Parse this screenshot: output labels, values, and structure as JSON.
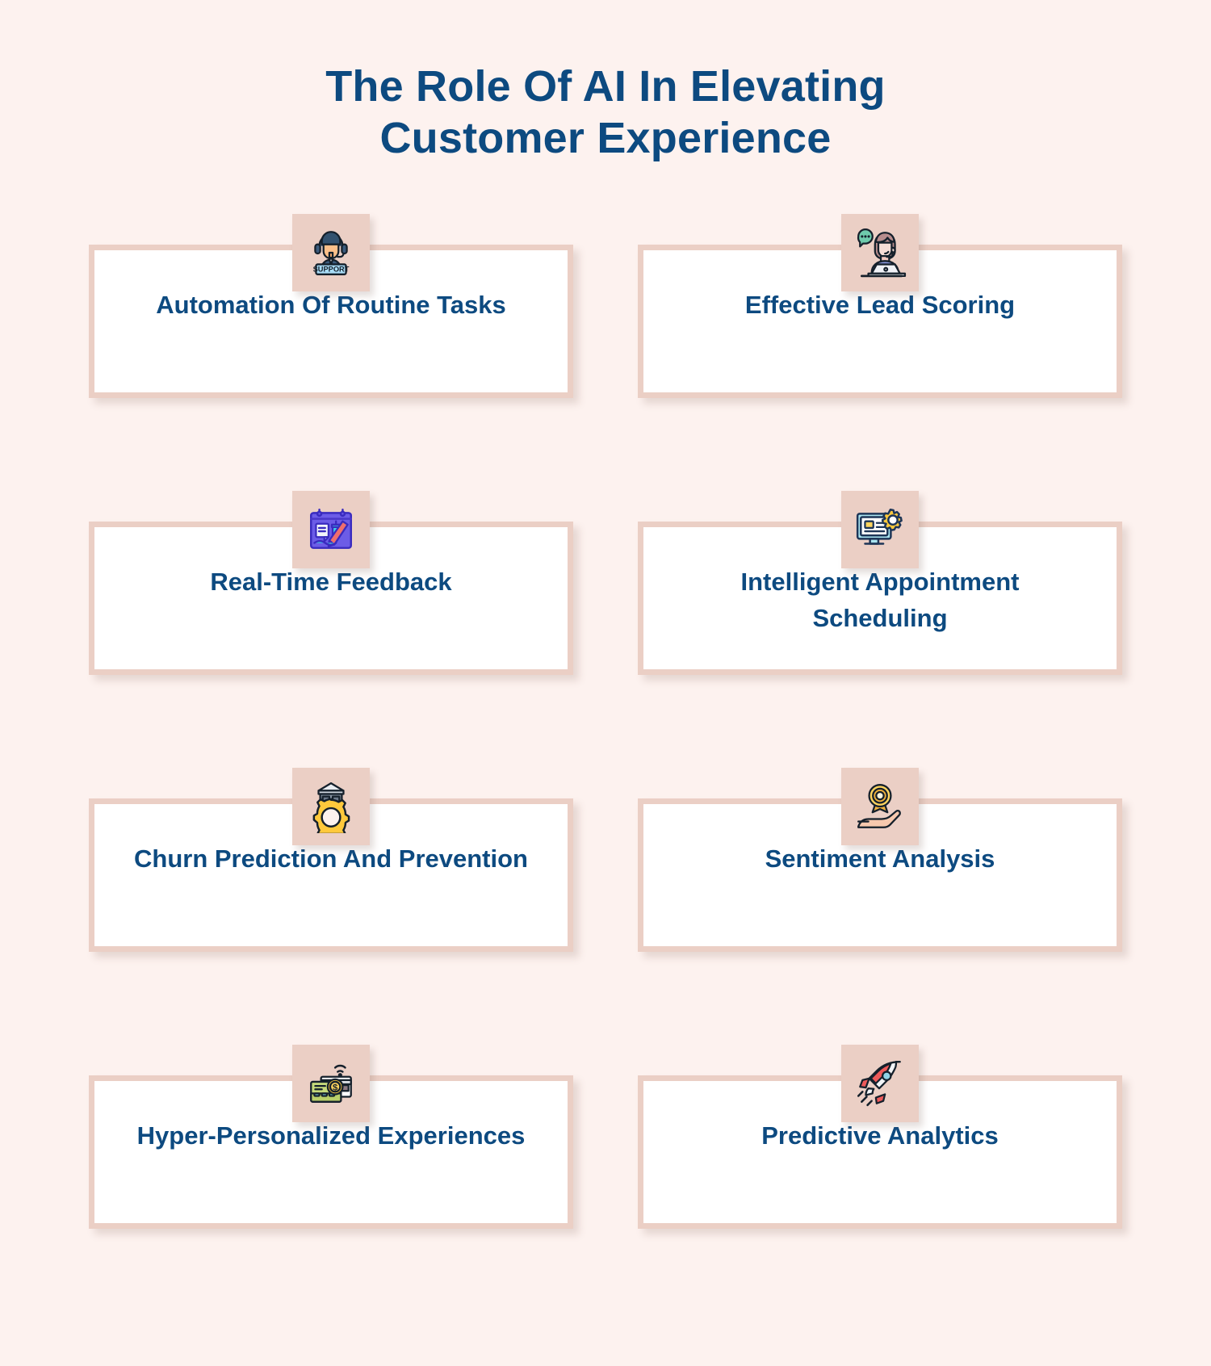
{
  "header": {
    "title_line1": "The Role Of AI In Elevating",
    "title_line2": "Customer Experience",
    "title_color": "#0d4a80"
  },
  "theme": {
    "background": "#fdf2ef",
    "card_background": "#ffffff",
    "card_border": "#ebcfc5",
    "badge_background": "#ebcfc5",
    "text_color": "#0d4a80"
  },
  "cards": [
    {
      "id": "automation-of-routine-tasks",
      "label": "Automation Of Routine Tasks",
      "icon": "support-agent-icon"
    },
    {
      "id": "effective-lead-scoring",
      "label": "Effective Lead Scoring",
      "icon": "headset-woman-laptop-icon"
    },
    {
      "id": "real-time-feedback",
      "label": "Real-Time Feedback",
      "icon": "feedback-board-icon"
    },
    {
      "id": "intelligent-appointment-scheduling",
      "label": "Intelligent Appointment Scheduling",
      "icon": "monitor-gear-icon"
    },
    {
      "id": "churn-prediction-and-prevention",
      "label": "Churn Prediction And Prevention",
      "icon": "bank-gear-icon"
    },
    {
      "id": "sentiment-analysis",
      "label": "Sentiment Analysis",
      "icon": "hand-award-badge-icon"
    },
    {
      "id": "hyper-personalized-experiences",
      "label": "Hyper-Personalized Experiences",
      "icon": "contactless-payment-card-icon"
    },
    {
      "id": "predictive-analytics",
      "label": "Predictive Analytics",
      "icon": "rocket-icon"
    }
  ]
}
